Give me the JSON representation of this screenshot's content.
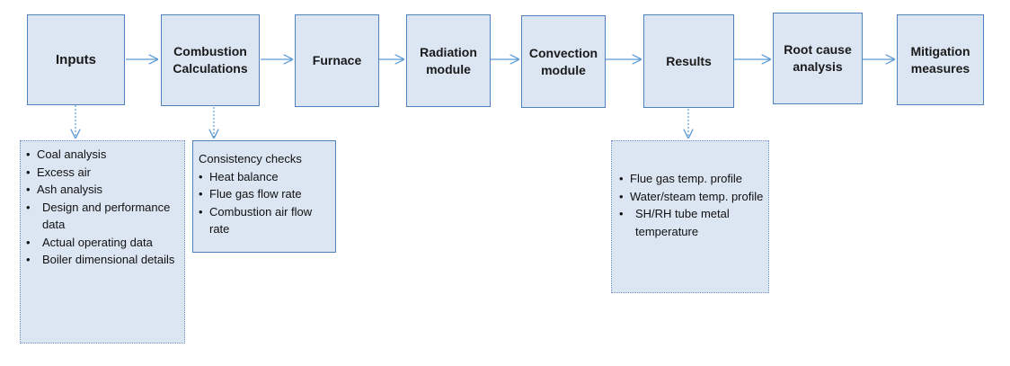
{
  "flow": [
    {
      "id": "inputs",
      "label": "Inputs"
    },
    {
      "id": "combustion",
      "label": "Combustion\nCalculations"
    },
    {
      "id": "furnace",
      "label": "Furnace"
    },
    {
      "id": "radiation",
      "label": "Radiation\nmodule"
    },
    {
      "id": "convection",
      "label": "Convection\nmodule"
    },
    {
      "id": "results",
      "label": "Results"
    },
    {
      "id": "root-cause",
      "label": "Root cause\nanalysis"
    },
    {
      "id": "mitigation",
      "label": "Mitigation\nmeasures"
    }
  ],
  "inputs_details": {
    "items": [
      "Coal analysis",
      "Excess air",
      "Ash analysis",
      "Design and performance data",
      "Actual operating data",
      "Boiler dimensional details"
    ]
  },
  "consistency_checks": {
    "heading": "Consistency checks",
    "items": [
      "Heat balance",
      "Flue gas flow rate",
      "Combustion air  flow rate"
    ]
  },
  "results_details": {
    "items": [
      "Flue gas temp. profile",
      "Water/steam temp. profile",
      "SH/RH tube metal temperature"
    ]
  },
  "colors": {
    "box_fill": "#dce6f2",
    "box_border": "#4f81bd",
    "arrow": "#5b9bd5"
  }
}
